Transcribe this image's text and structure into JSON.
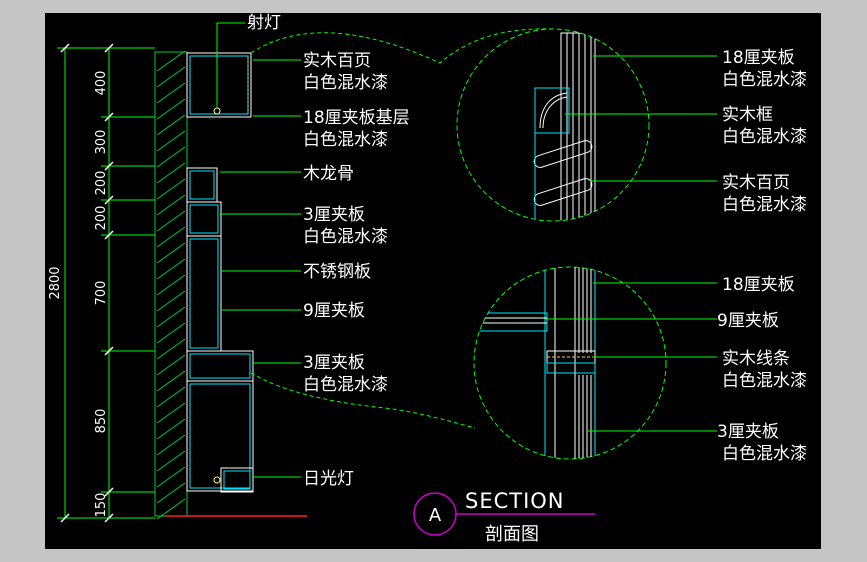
{
  "colors": {
    "background": "#000000",
    "frame": "#c5c5c5",
    "leader": "#00ff00",
    "wall": "#00cc33",
    "detail": "#ffffff",
    "cyan": "#00e5ff",
    "floor": "#ff2020",
    "marker": "#cc00cc"
  },
  "dimensions": {
    "total": "2800",
    "segments": [
      "400",
      "300",
      "200",
      "200",
      "700",
      "850",
      "150"
    ]
  },
  "labels": {
    "spotlight": "射灯",
    "louver_1": "实木百页",
    "louver_2": "白色混水漆",
    "plyboard_base_1": "18厘夹板基层",
    "plyboard_base_2": "白色混水漆",
    "keel": "木龙骨",
    "ply3_1": "3厘夹板",
    "ply3_2": "白色混水漆",
    "steel": "不锈钢板",
    "ply9": "9厘夹板",
    "ply3b_1": "3厘夹板",
    "ply3b_2": "白色混水漆",
    "fluorescent": "日光灯"
  },
  "detail_top": {
    "ply18_1": "18厘夹板",
    "ply18_2": "白色混水漆",
    "frame_1": "实木框",
    "frame_2": "白色混水漆",
    "louver_1": "实木百页",
    "louver_2": "白色混水漆"
  },
  "detail_bottom": {
    "ply18": "18厘夹板",
    "ply9": "9厘夹板",
    "trim_1": "实木线条",
    "trim_2": "白色混水漆",
    "ply3_1": "3厘夹板",
    "ply3_2": "白色混水漆"
  },
  "title_block": {
    "marker": "A",
    "heading": "SECTION",
    "subtitle": "剖面图"
  }
}
